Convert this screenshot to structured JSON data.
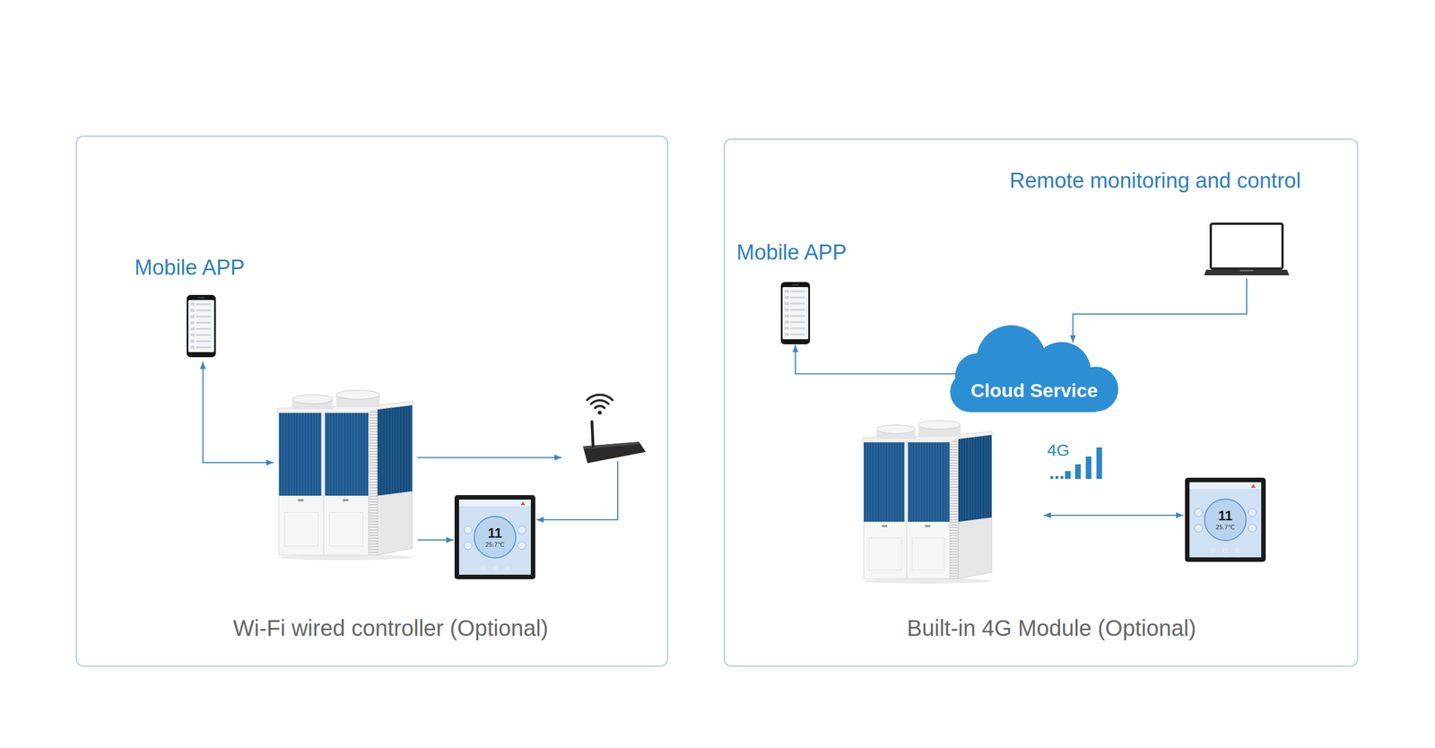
{
  "diagram": {
    "nodes": [
      {
        "text": [
          "Wi-Fi wired controller (Optional)"
        ]
      },
      {
        "text": [
          "Mobile APP"
        ],
        "in": 0
      },
      {
        "text": [
          "11",
          "25.7℃"
        ],
        "in": 0
      },
      {
        "text": [
          "Built-in 4G Module (Optional)"
        ]
      },
      {
        "text": [
          "Remote monitoring and control"
        ],
        "in": 3
      },
      {
        "text": [
          "Mobile APP"
        ],
        "in": 3
      },
      {
        "text": [
          "Cloud Service"
        ],
        "in": 3
      },
      {
        "text": [
          "11",
          "25.7℃"
        ],
        "in": 3
      }
    ],
    "edges": [
      {
        "from": 6,
        "to": 5,
        "arrow": "to"
      },
      {
        "from": 4,
        "to": 6,
        "arrow": "to"
      }
    ],
    "labels": [
      "4G"
    ]
  }
}
